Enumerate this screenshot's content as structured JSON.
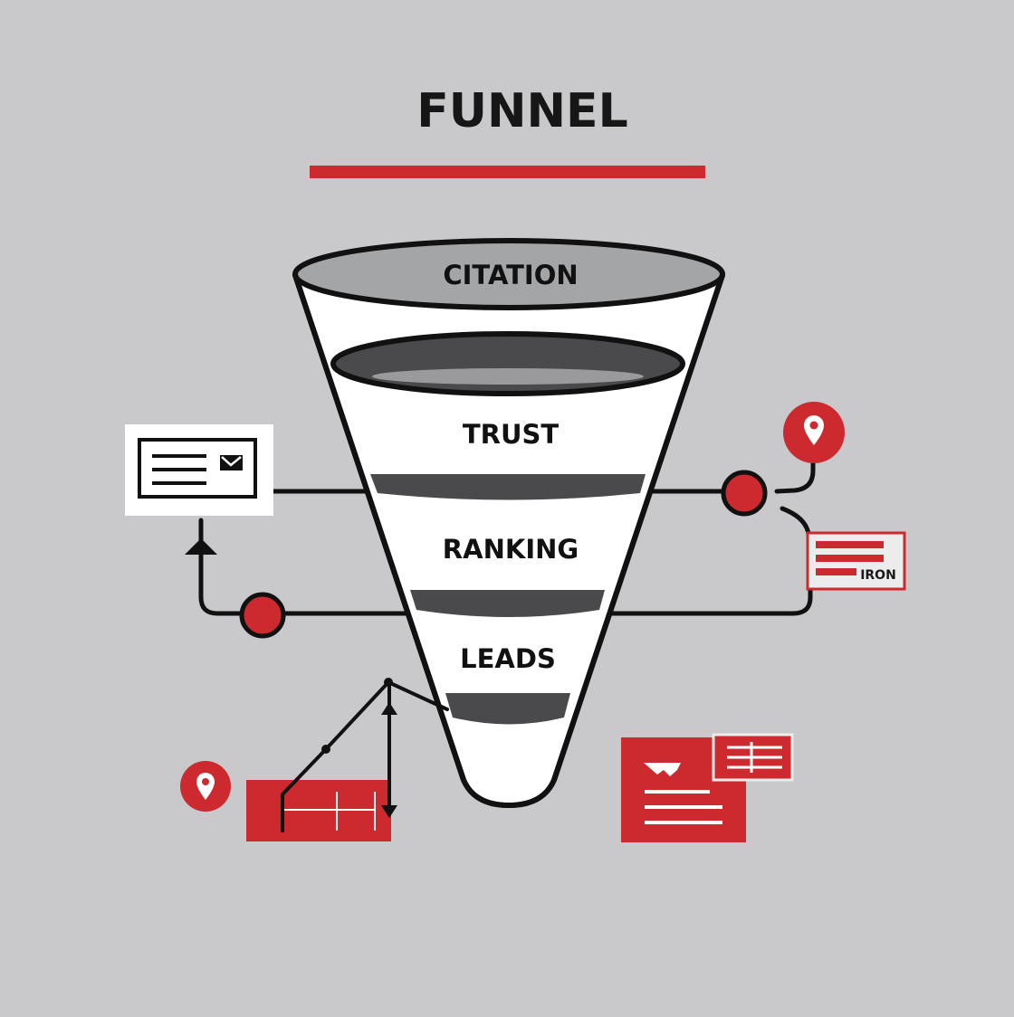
{
  "title": "FUNNEL",
  "stages": [
    {
      "label": "CITATION"
    },
    {
      "label": "TRUST"
    },
    {
      "label": "RANKING"
    },
    {
      "label": "LEADS"
    }
  ],
  "cards": {
    "right_card_label": "IRON"
  },
  "icons": {
    "location_pin_top_right": "location-pin-icon",
    "location_pin_bottom_left": "location-pin-icon",
    "email_card": "envelope-icon",
    "growth_chart": "line-chart-icon"
  },
  "colors": {
    "accent_red": "#cc2a2e",
    "background": "#c9c9cb",
    "ink": "#111111",
    "band_dark": "#4a4a4c",
    "rim_grey": "#a3a5a7"
  }
}
